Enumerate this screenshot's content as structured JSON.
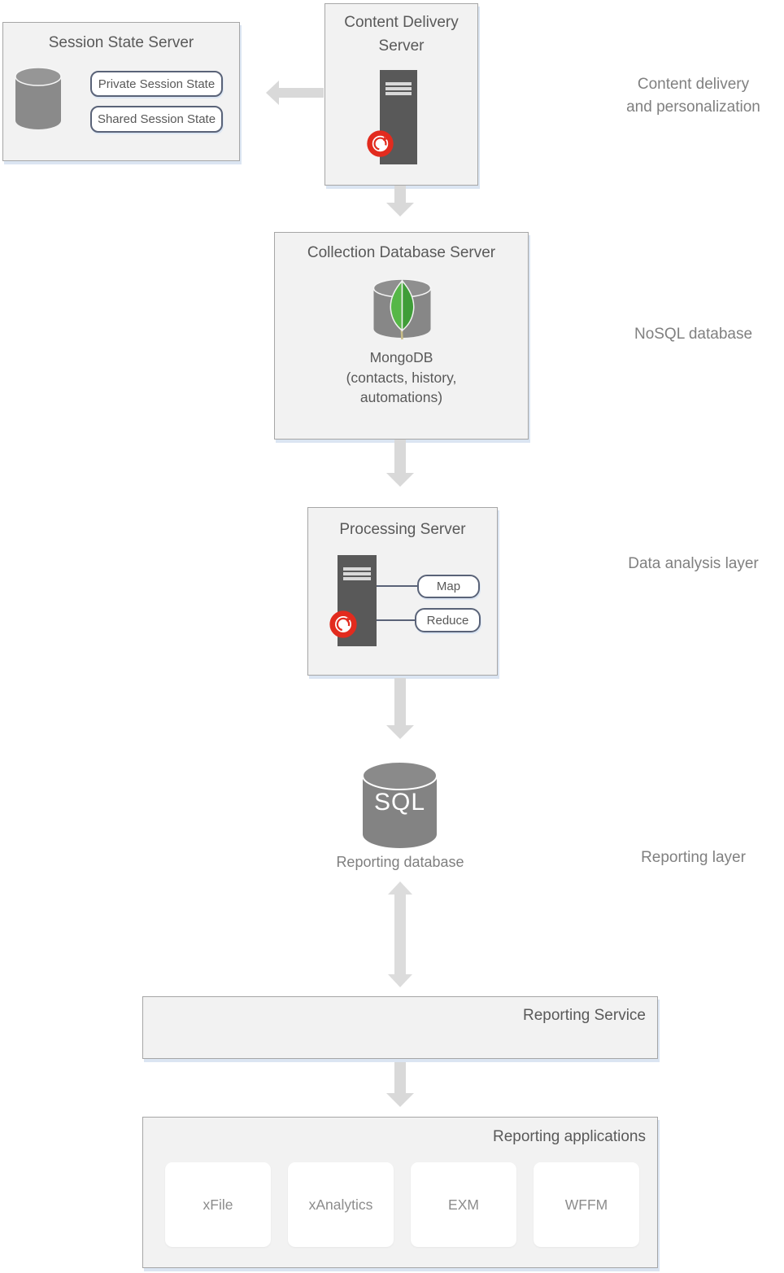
{
  "side_labels": {
    "content_delivery_line1": "Content delivery",
    "content_delivery_line2": "and personalization",
    "nosql": "NoSQL database",
    "data_analysis": "Data analysis layer",
    "reporting": "Reporting layer"
  },
  "session_state_server": {
    "title": "Session State Server",
    "items": [
      "Private Session State",
      "Shared Session State"
    ]
  },
  "content_delivery_server": {
    "title_line1": "Content Delivery",
    "title_line2": "Server"
  },
  "collection_database_server": {
    "title": "Collection Database Server",
    "caption_line1": "MongoDB",
    "caption_line2": "(contacts, history,",
    "caption_line3": "automations)"
  },
  "processing_server": {
    "title": "Processing Server",
    "nodes": [
      "Map",
      "Reduce"
    ]
  },
  "reporting_database": {
    "cylinder_label": "SQL",
    "caption": "Reporting database"
  },
  "reporting_service": {
    "title": "Reporting Service"
  },
  "reporting_applications": {
    "title": "Reporting applications",
    "apps": [
      "xFile",
      "xAnalytics",
      "EXM",
      "WFFM"
    ]
  },
  "colors": {
    "panel_fill": "#f2f2f2",
    "panel_border": "#a6a6a6",
    "title_text": "#595959",
    "side_label_text": "#808080",
    "arrow_fill": "#d9d9d9",
    "chip_border": "#5a6378",
    "server_fill": "#595959",
    "cylinder_fill": "#8a8a8a",
    "mongo_green_light": "#56b747",
    "mongo_green_dark": "#3f9d38",
    "sitecore_red": "#e22b1e",
    "shadow_blue": "#dbe5f2"
  }
}
